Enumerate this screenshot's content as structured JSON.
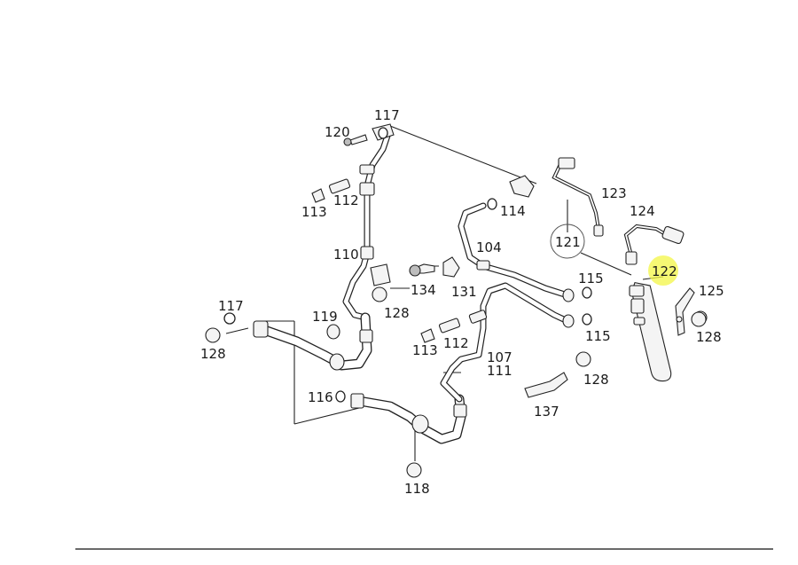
{
  "parts": {
    "p117a": "117",
    "p120": "120",
    "p113a": "113",
    "p112a": "112",
    "p110": "110",
    "p114": "114",
    "p104": "104",
    "p123": "123",
    "p124": "124",
    "p121": "121",
    "p122": "122",
    "p125": "125",
    "p128a": "128",
    "p115a": "115",
    "p115b": "115",
    "p134": "134",
    "p131": "131",
    "p128b": "128",
    "p117b": "117",
    "p128c": "128",
    "p119": "119",
    "p113b": "113",
    "p112b": "112",
    "p107": "107",
    "p111": "111",
    "p128d": "128",
    "p116": "116",
    "p137": "137",
    "p118": "118"
  },
  "highlight": {
    "part": "122",
    "color": "#f3f545"
  }
}
